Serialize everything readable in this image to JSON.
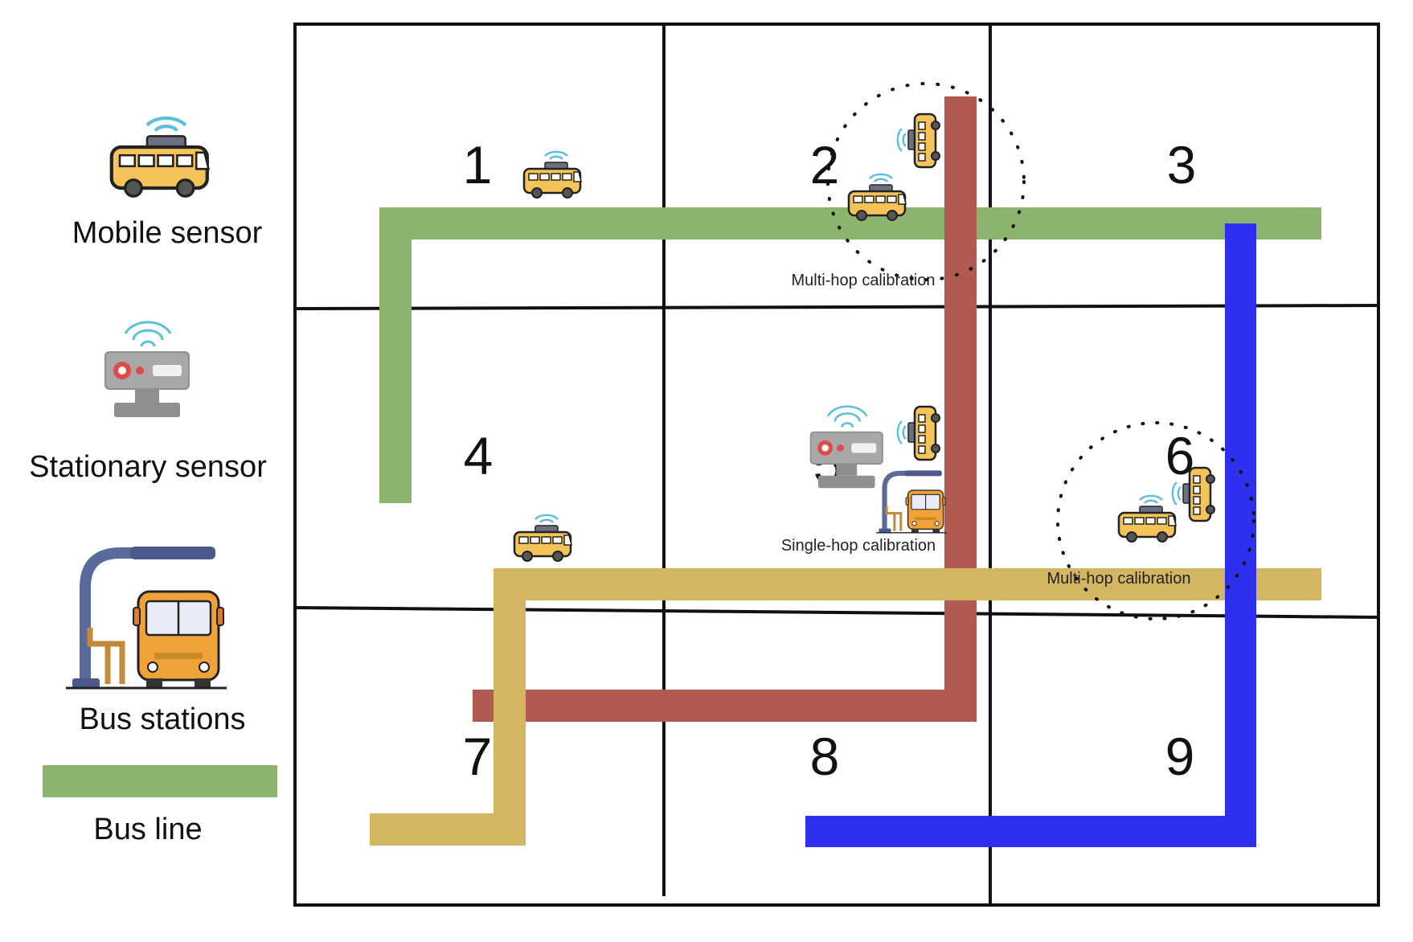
{
  "legend": {
    "mobile_sensor": "Mobile sensor",
    "stationary_sensor": "Stationary sensor",
    "bus_stations": "Bus stations",
    "bus_line": "Bus line"
  },
  "grid": {
    "cells": [
      "1",
      "2",
      "3",
      "4",
      "5",
      "6",
      "7",
      "8",
      "9"
    ]
  },
  "annotations": {
    "multi_hop_top": "Multi-hop calibration",
    "single_hop": "Single-hop calibration",
    "multi_hop_right": "Multi-hop calibration"
  },
  "colors": {
    "green_line": "#8db46f",
    "red_line": "#b05a52",
    "blue_line": "#2f2ff0",
    "yellow_line": "#d4b662",
    "bus_body": "#f4c35a",
    "sensor_grey": "#9a9a9a",
    "signal_blue": "#5bc0de"
  },
  "icons": {
    "mobile": "bus-sensor-icon",
    "stationary": "stationary-sensor-icon",
    "station": "bus-station-icon"
  }
}
